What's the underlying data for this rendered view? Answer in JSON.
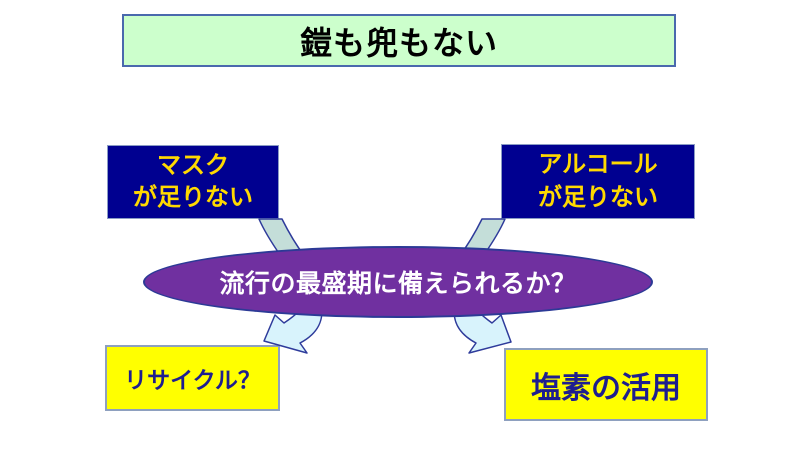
{
  "slide": {
    "background": "#ffffff",
    "title": {
      "text": "鎧も兜もない",
      "fill": "#ccffcc",
      "border": "#4a69ad",
      "text_color": "#000000"
    },
    "top_boxes": [
      {
        "lines": [
          "マスク",
          "が足りない"
        ],
        "fill": "#000090",
        "text_color": "#ffd900"
      },
      {
        "lines": [
          "アルコール",
          "が足りない"
        ],
        "fill": "#000090",
        "text_color": "#ffd900"
      }
    ],
    "ellipse": {
      "text": "流行の最盛期に備えられるか？",
      "fill": "#7030a0",
      "border": "#2c3a96",
      "text_color": "#ffffff"
    },
    "bottom_boxes": [
      {
        "text": "リサイクル？",
        "fill": "#ffff00",
        "border": "#8ea0bf",
        "text_color": "#1e1e8f"
      },
      {
        "text": "塩素の活用",
        "fill": "#ffff00",
        "border": "#8ea0bf",
        "text_color": "#1e1e8f"
      }
    ],
    "arrows": {
      "top_fill": "#c4ded9",
      "bottom_fill": "#d8f3fc",
      "outline": "#2e3b9b",
      "names": [
        "curved-arrow-top-left",
        "curved-arrow-top-right",
        "curved-arrow-bottom-left",
        "curved-arrow-bottom-right"
      ]
    }
  }
}
